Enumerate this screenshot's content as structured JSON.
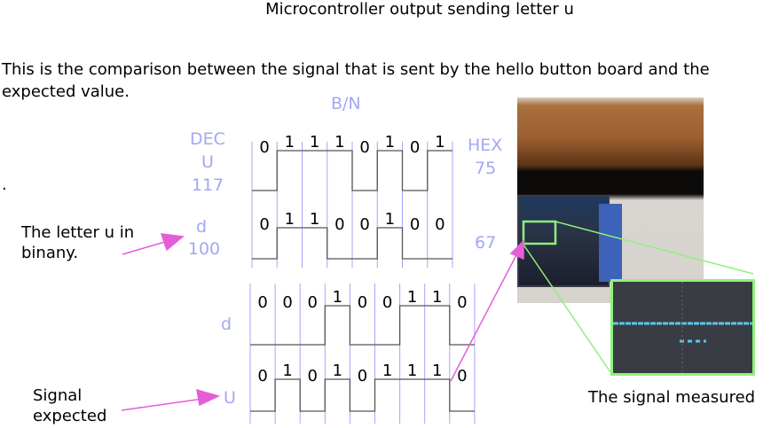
{
  "title": "Microcontroller output sending letter u",
  "intro": "This is the comparison between the signal that is sent by the hello button board and the expected value.",
  "dot": ".",
  "bn_label": "B/N",
  "top_block": {
    "dec_label": "DEC",
    "hex_label": "HEX",
    "row1": {
      "char": "U",
      "dec": "117",
      "hex": "75",
      "bits": [
        "0",
        "1",
        "1",
        "1",
        "0",
        "1",
        "0",
        "1"
      ]
    },
    "row2": {
      "char": "d",
      "dec": "100",
      "hex": "67",
      "bits": [
        "0",
        "1",
        "1",
        "0",
        "0",
        "1",
        "0",
        "0"
      ]
    }
  },
  "bottom_block": {
    "row1": {
      "char": "d",
      "bits": [
        "0",
        "0",
        "0",
        "1",
        "0",
        "0",
        "1",
        "1",
        "0"
      ]
    },
    "row2": {
      "char": "U",
      "bits": [
        "0",
        "1",
        "0",
        "1",
        "0",
        "1",
        "1",
        "1",
        "0"
      ]
    }
  },
  "annotations": {
    "letter_binary": "The letter u in binany.",
    "signal_expected": "Signal expected",
    "signal_measured": "The signal measured"
  },
  "colors": {
    "accent_blue": "#a3a7f5",
    "arrow_pink": "#e55ed6",
    "zoom_green": "#8ef27a"
  }
}
